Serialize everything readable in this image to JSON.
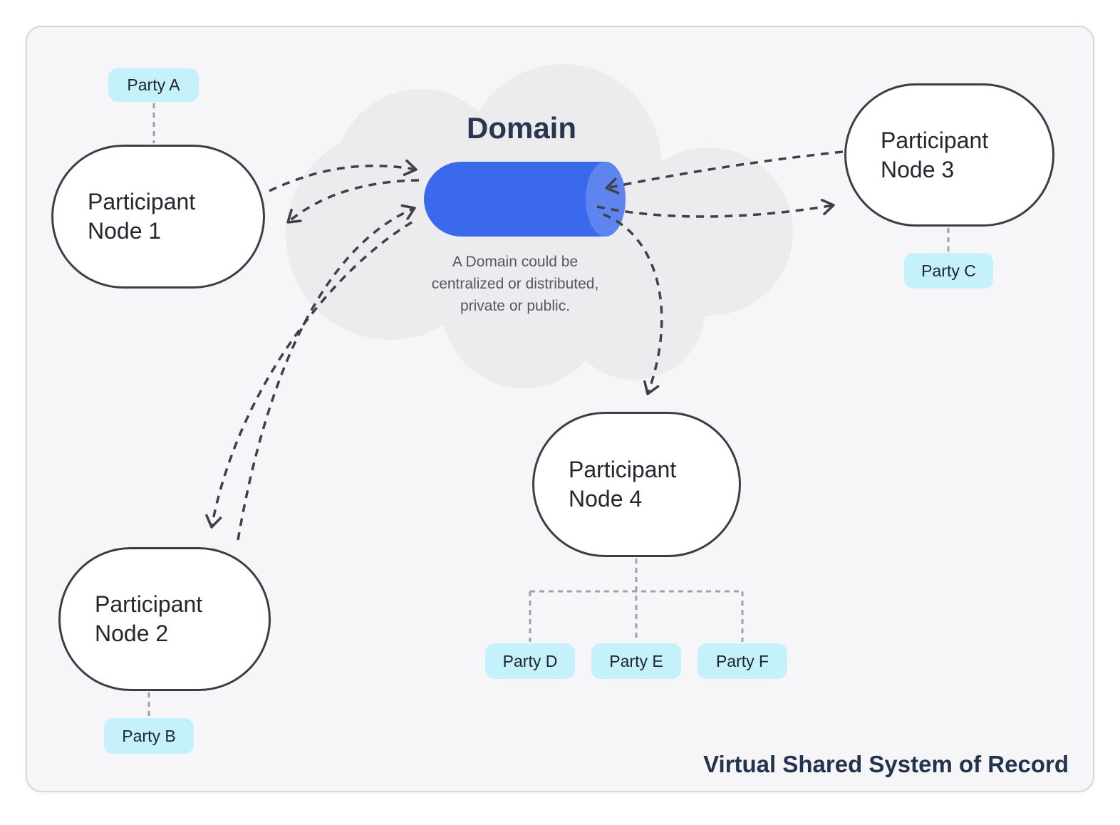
{
  "panel": {
    "title": "Virtual Shared System of Record"
  },
  "domain": {
    "label": "Domain",
    "description_lines": [
      "A Domain could be",
      "centralized or distributed,",
      "private or public."
    ]
  },
  "nodes": [
    {
      "id": "node-1",
      "label": "Participant Node 1"
    },
    {
      "id": "node-2",
      "label": "Participant Node 2"
    },
    {
      "id": "node-3",
      "label": "Participant Node 3"
    },
    {
      "id": "node-4",
      "label": "Participant Node 4"
    }
  ],
  "parties": [
    {
      "id": "party-a",
      "label": "Party A"
    },
    {
      "id": "party-b",
      "label": "Party B"
    },
    {
      "id": "party-c",
      "label": "Party C"
    },
    {
      "id": "party-d",
      "label": "Party D"
    },
    {
      "id": "party-e",
      "label": "Party E"
    },
    {
      "id": "party-f",
      "label": "Party F"
    }
  ],
  "colors": {
    "panel_bg": "#f6f6f8",
    "panel_border": "#d5d5dc",
    "cloud": "#ececee",
    "cylinder_body": "#3a69ec",
    "cylinder_cap": "#5d84ef",
    "party_badge_bg": "#c5f1fa",
    "node_border": "#3a3f45",
    "arrow_dark": "#3e4247",
    "connector_gray": "#9aa2ae",
    "heading_navy": "#2a3650"
  }
}
